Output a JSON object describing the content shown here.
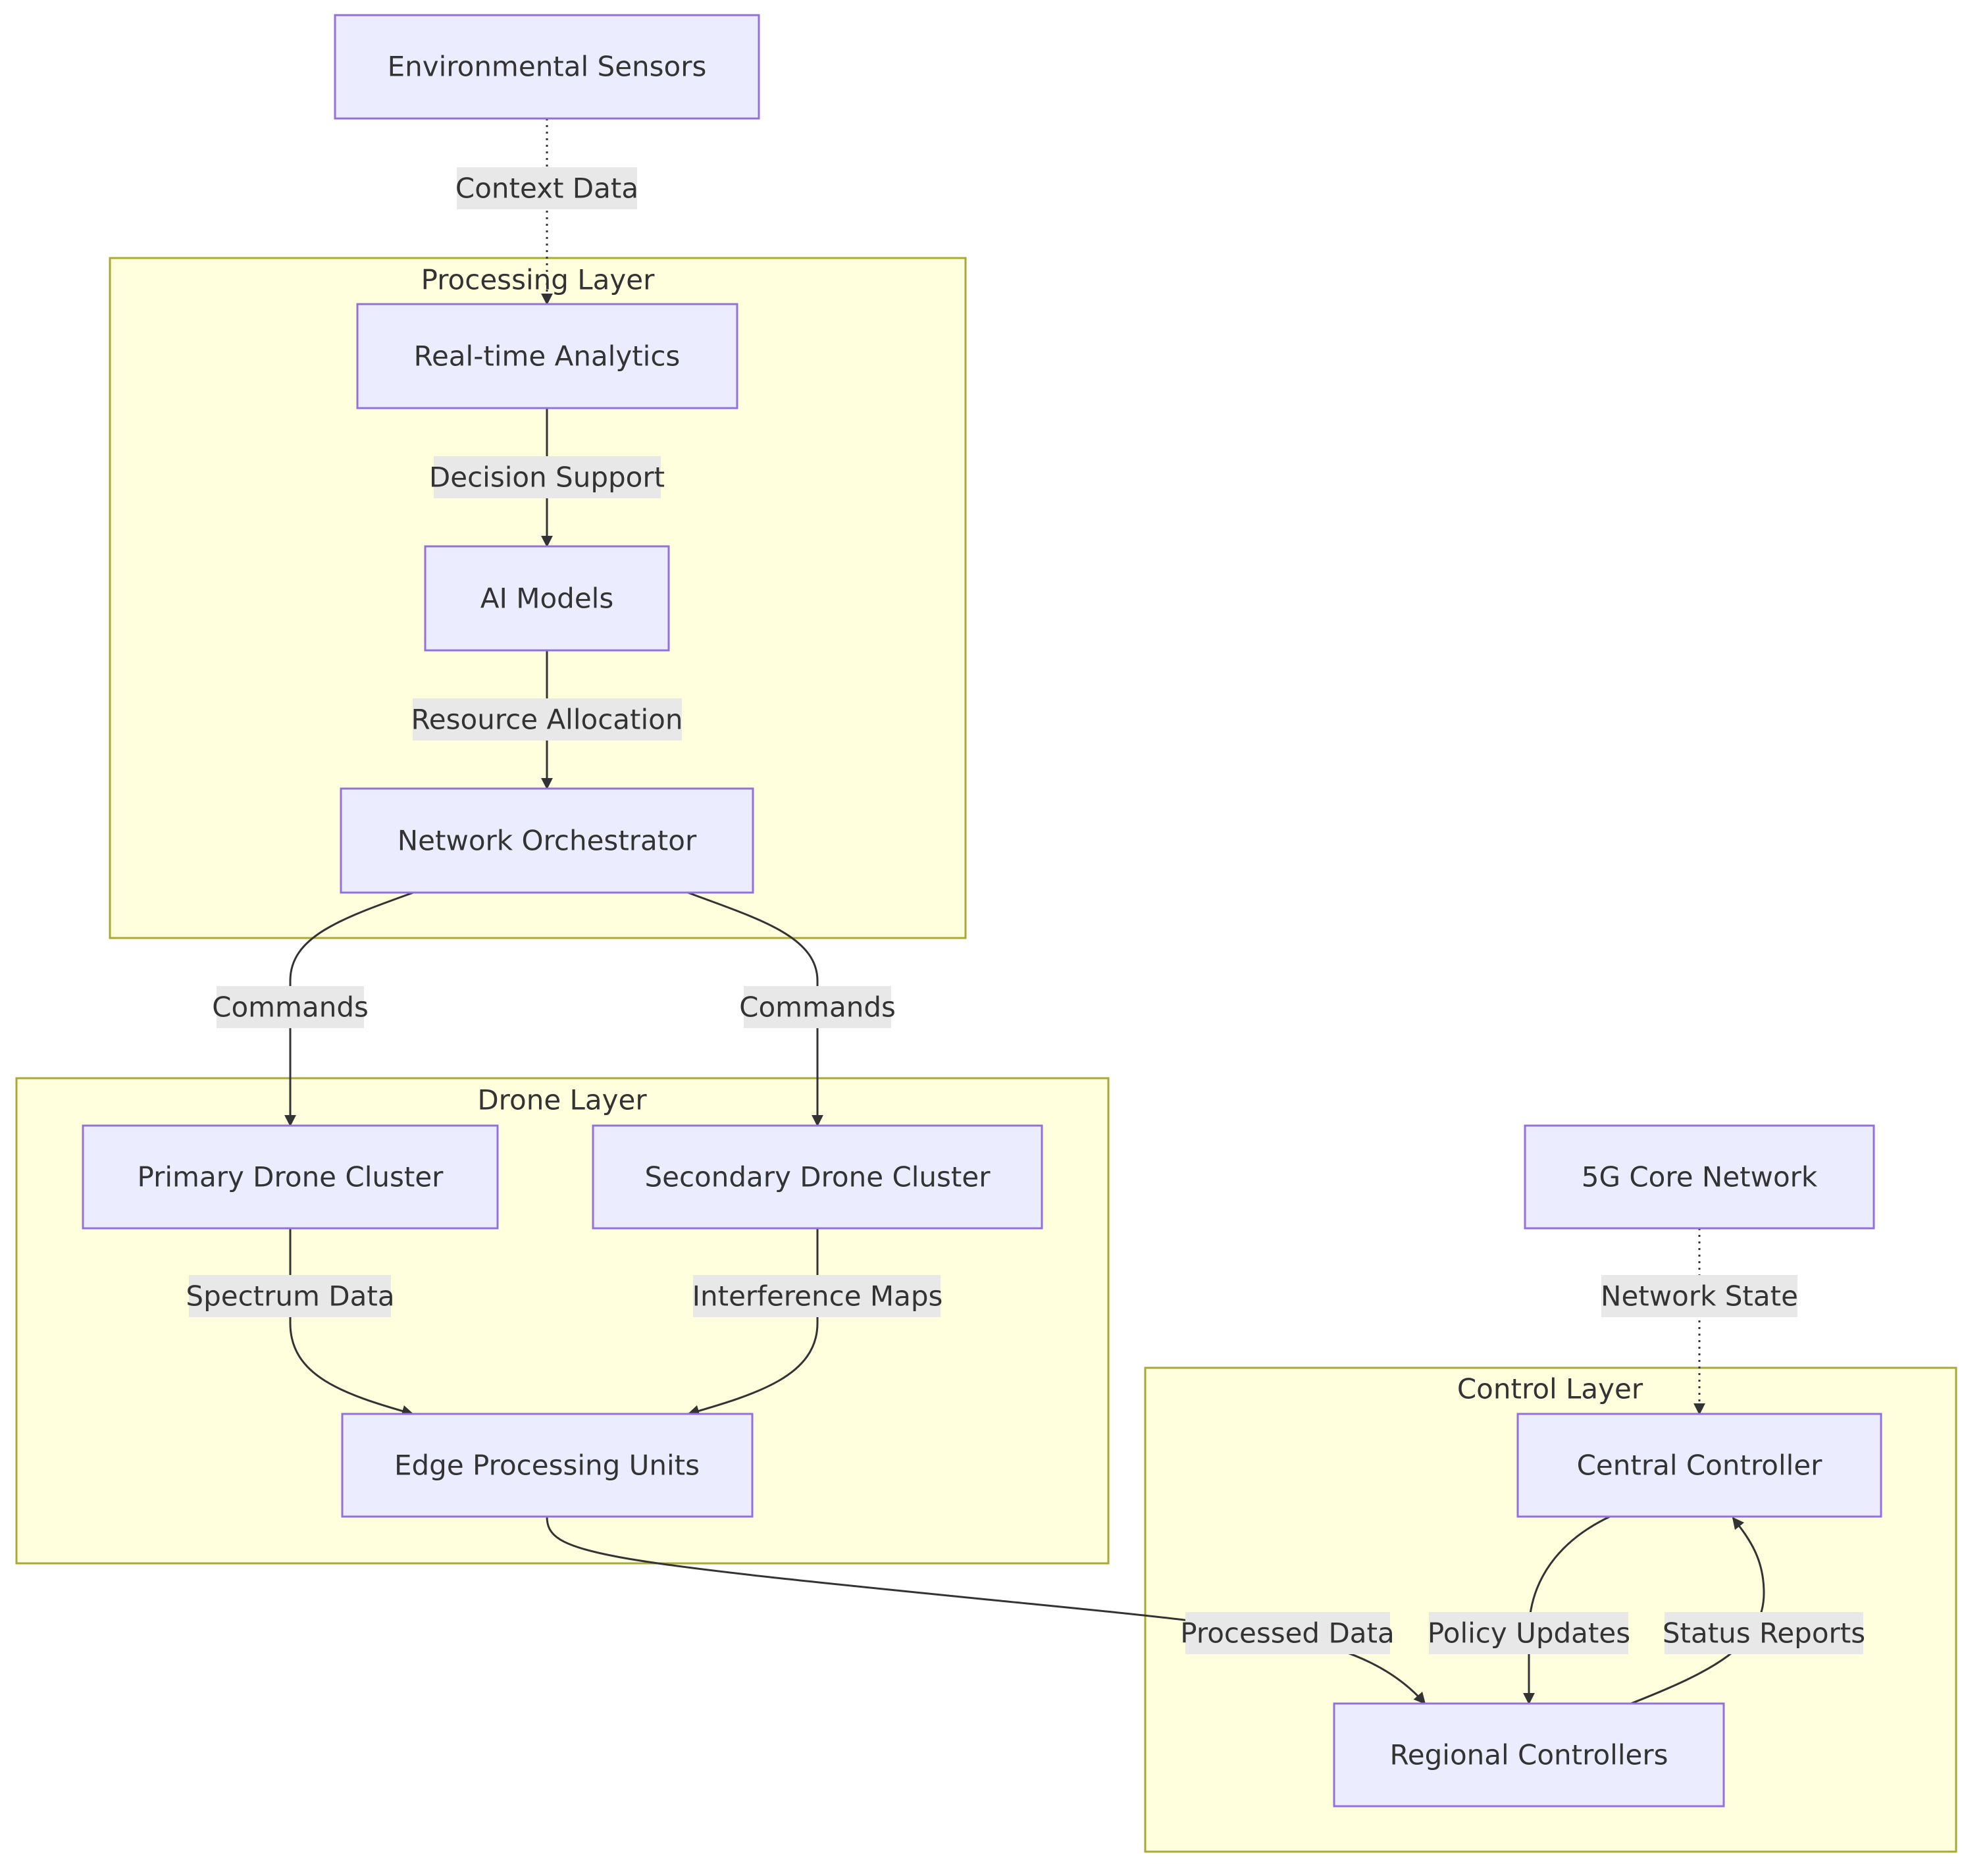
{
  "diagram": {
    "clusters": {
      "processing": "Processing Layer",
      "drone": "Drone Layer",
      "control": "Control Layer"
    },
    "nodes": {
      "env_sensors": "Environmental Sensors",
      "realtime": "Real-time Analytics",
      "ai_models": "AI Models",
      "orchestrator": "Network Orchestrator",
      "primary": "Primary Drone Cluster",
      "secondary": "Secondary Drone Cluster",
      "edge": "Edge Processing Units",
      "core5g": "5G Core Network",
      "central": "Central Controller",
      "regional": "Regional Controllers"
    },
    "edges": {
      "context_data": "Context Data",
      "decision_support": "Decision Support",
      "resource_allocation": "Resource Allocation",
      "commands_primary": "Commands",
      "commands_secondary": "Commands",
      "spectrum_data": "Spectrum Data",
      "interference_maps": "Interference Maps",
      "network_state": "Network State",
      "processed_data": "Processed Data",
      "policy_updates": "Policy Updates",
      "status_reports": "Status Reports"
    },
    "colors": {
      "node_fill": "#ececff",
      "node_stroke": "#9370db",
      "cluster_fill": "#ffffde",
      "cluster_stroke": "#aaaa33",
      "edge_stroke": "#333333",
      "edge_label_bg": "#e8e8e8",
      "text": "#333333"
    }
  }
}
